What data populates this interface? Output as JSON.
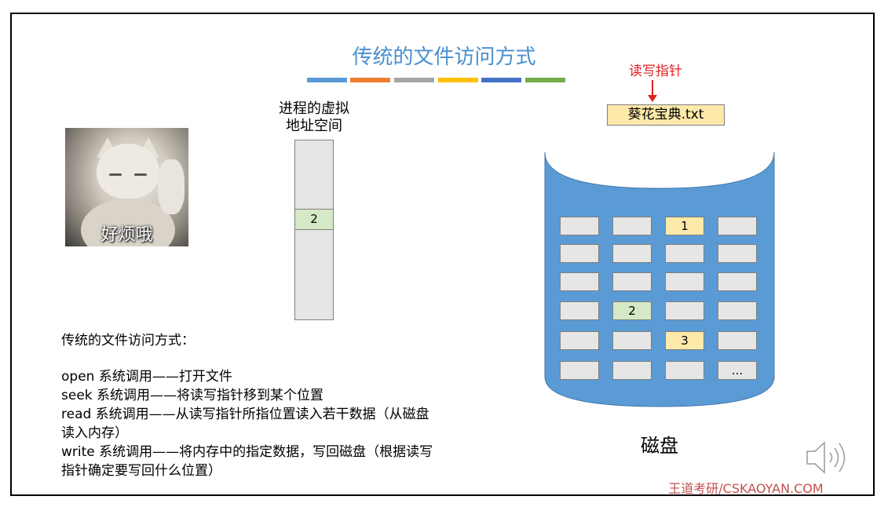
{
  "title": "传统的文件访问方式",
  "title_bar_colors": [
    "#5b9bd5",
    "#ed7d31",
    "#a5a5a5",
    "#ffc000",
    "#4472c4",
    "#70ad47"
  ],
  "meme_caption": "好烦哦",
  "virtual_space_label_line1": "进程的虚拟",
  "virtual_space_label_line2": "地址空间",
  "virtual_cell_value": "2",
  "description": {
    "heading": "传统的文件访问方式：",
    "lines": [
      "open 系统调用——打开文件",
      "seek 系统调用——将读写指针移到某个位置",
      "read 系统调用——从读写指针所指位置读入若干数据（从磁盘",
      "读入内存）",
      "write 系统调用——将内存中的指定数据，写回磁盘（根据读写",
      "指针确定要写回什么位置）"
    ]
  },
  "pointer_label": "读写指针",
  "file_name": "葵花宝典.txt",
  "disk": {
    "label": "磁盘",
    "rows": [
      [
        "",
        "",
        "1",
        ""
      ],
      [
        "",
        "",
        "",
        ""
      ],
      [
        "",
        "",
        "",
        ""
      ],
      [
        "",
        "2",
        "",
        ""
      ],
      [
        "",
        "",
        "3",
        ""
      ],
      [
        "",
        "",
        "",
        "..."
      ]
    ],
    "fill_color": "#5b9bd5",
    "highlight_yellow": "#fde9a9",
    "highlight_green": "#d6e9c6"
  },
  "speaker_icon": "speaker-icon",
  "brand": "王道考研/CSKAOYAN.COM"
}
